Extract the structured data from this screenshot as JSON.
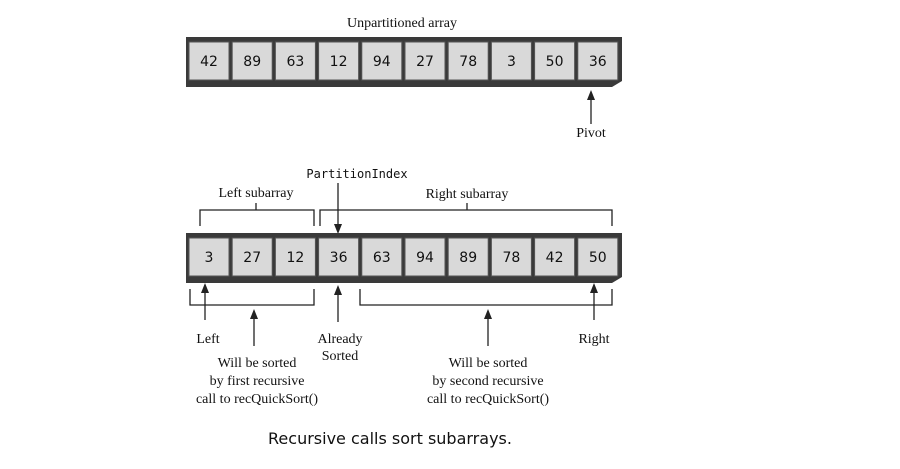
{
  "top_array": {
    "title": "Unpartitioned array",
    "values": [
      "42",
      "89",
      "63",
      "12",
      "94",
      "27",
      "78",
      "3",
      "50",
      "36"
    ],
    "pivot_label": "Pivot"
  },
  "bottom_array": {
    "partition_index_label": "PartitionIndex",
    "left_subarray_label": "Left subarray",
    "right_subarray_label": "Right subarray",
    "values": [
      "3",
      "27",
      "12",
      "36",
      "63",
      "94",
      "89",
      "78",
      "42",
      "50"
    ],
    "left_label": "Left",
    "right_label": "Right",
    "already_sorted": [
      "Already",
      "Sorted"
    ],
    "first_call_note": [
      "Will be sorted",
      "by first recursive",
      "call to recQuickSort()"
    ],
    "second_call_note": [
      "Will be sorted",
      "by second recursive",
      "call to recQuickSort()"
    ]
  },
  "caption": "Recursive calls sort subarrays."
}
